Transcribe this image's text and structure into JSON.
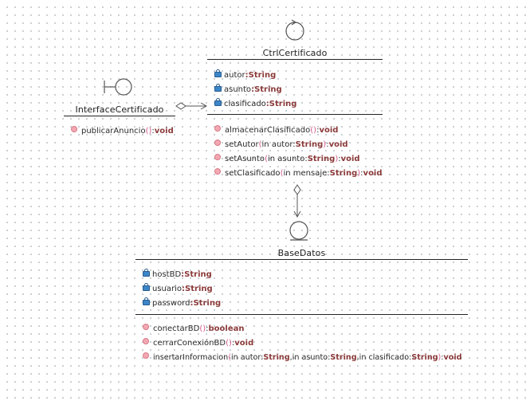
{
  "classes": {
    "ctrl": {
      "name": "CtrlCertificado",
      "stereotype_icon": "control-icon",
      "attributes": [
        {
          "name": "autor",
          "type": "String"
        },
        {
          "name": "asunto",
          "type": "String"
        },
        {
          "name": "clasificado",
          "type": "String"
        }
      ],
      "methods": [
        {
          "name": "almacenarClasificado",
          "params": [],
          "return": "void"
        },
        {
          "name": "setAutor",
          "params": [
            {
              "label": "in autor",
              "type": "String"
            }
          ],
          "return": "void"
        },
        {
          "name": "setAsunto",
          "params": [
            {
              "label": "in asunto",
              "type": "String"
            }
          ],
          "return": "void"
        },
        {
          "name": "setClasificado",
          "params": [
            {
              "label": "in mensaje",
              "type": "String"
            }
          ],
          "return": "void"
        }
      ]
    },
    "iface": {
      "name": "InterfaceCertificado",
      "stereotype_icon": "boundary-icon",
      "attributes": [],
      "methods": [
        {
          "name": "publicarAnuncio",
          "params": [],
          "return": "void"
        }
      ]
    },
    "bd": {
      "name": "BaseDatos",
      "stereotype_icon": "entity-icon",
      "attributes": [
        {
          "name": "hostBD",
          "type": "String"
        },
        {
          "name": "usuario",
          "type": "String"
        },
        {
          "name": "password",
          "type": "String"
        }
      ],
      "methods": [
        {
          "name": "conectarBD",
          "params": [],
          "return": "boolean"
        },
        {
          "name": "cerrarConexiónBD",
          "params": [],
          "return": "void"
        },
        {
          "name": "insertarInformacion",
          "params": [
            {
              "label": "in autor",
              "type": "String"
            },
            {
              "label": "in asunto",
              "type": "String"
            },
            {
              "label": "in clasificado",
              "type": "String"
            }
          ],
          "return": "void"
        }
      ]
    }
  },
  "relations": [
    {
      "from": "iface",
      "to": "ctrl",
      "kind": "aggregation"
    },
    {
      "from": "ctrl",
      "to": "bd",
      "kind": "aggregation"
    }
  ],
  "colors": {
    "line": "#222222",
    "type_text": "#8b3a3a",
    "paren_text": "#d05a8a",
    "attribute_icon": "#3b86c9",
    "method_icon": "#f3a8b3",
    "stereotype_icon": "#555555",
    "grid_dot": "#b9bfc6"
  },
  "icons": {
    "attribute": "lock-icon",
    "method": "method-dot-icon"
  }
}
